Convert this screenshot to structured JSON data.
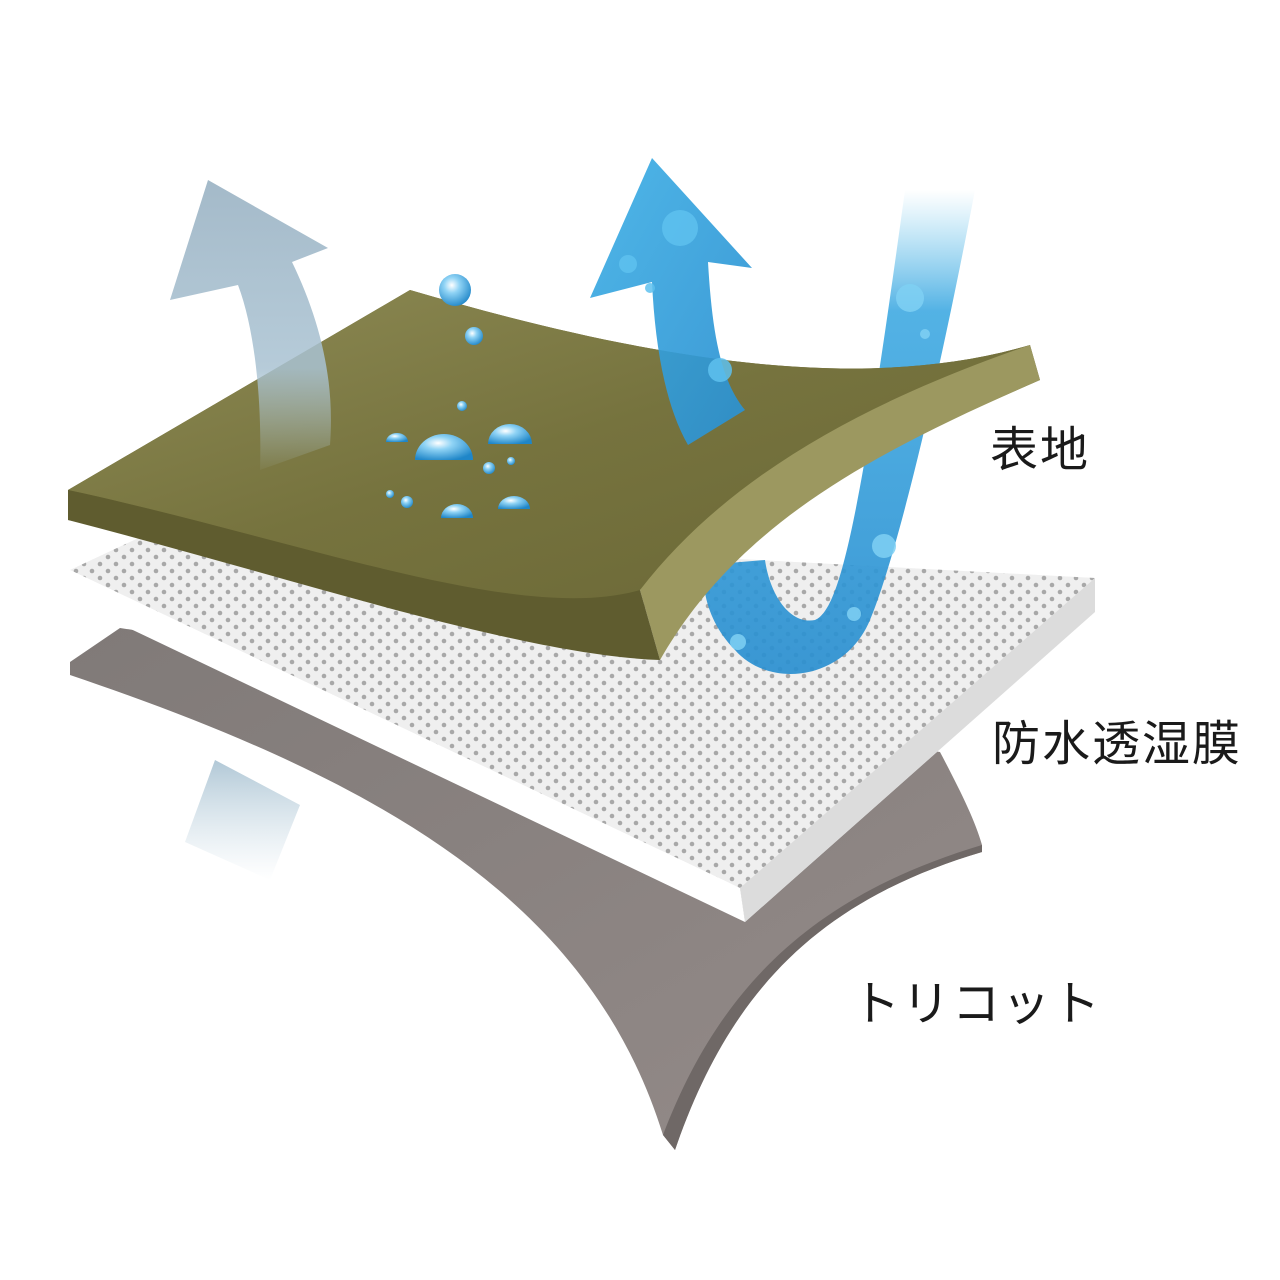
{
  "labels": {
    "outer_fabric": "表地",
    "membrane": "防水透湿膜",
    "tricot": "トリコット"
  },
  "colors": {
    "outer_fabric": "#7d7a45",
    "outer_fabric_edge": "#9c9860",
    "membrane": "#f2f2f2",
    "membrane_dots": "#a9a9a9",
    "tricot": "#8c8482",
    "vapor_arrow": "#9fb9c8",
    "water_arrow": "#2f9fdc"
  },
  "icons": [
    "vapor-arrow-icon",
    "water-arrow-icon",
    "water-drop-icon"
  ]
}
